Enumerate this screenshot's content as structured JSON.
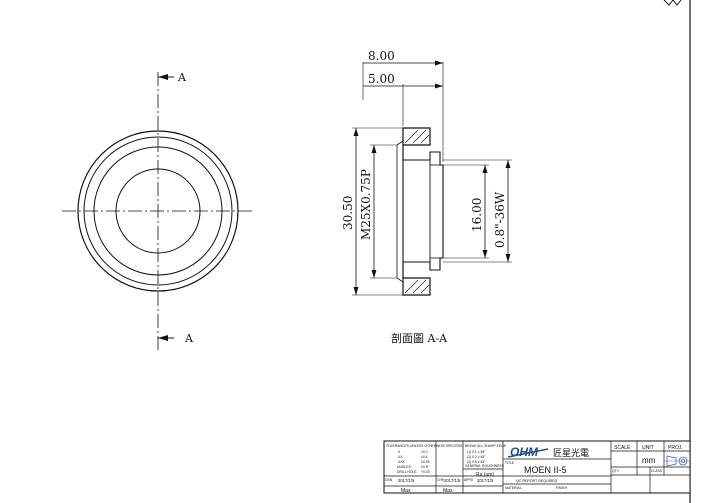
{
  "drawing": {
    "section_marker": "A",
    "section_caption": "剖面圖 A-A",
    "dimensions": {
      "overall_width": "8.00",
      "flange_width": "5.00",
      "outer_diameter": "30.50",
      "thread_spec": "M25X0.75P",
      "bore_diameter": "16.00",
      "inner_thread": "0.8\"-36W"
    }
  },
  "title_block": {
    "tolerances_header": "TOLERANCES UNLESS OTHERWISE SPECIFIED",
    "tol_rows": [
      ".X",
      ".XX",
      ".XXX",
      "ANGLES",
      "DRILL HOLE"
    ],
    "tol_values": [
      "±0.2",
      "±0.1",
      "±0.05",
      "±0.5°",
      "+0.05"
    ],
    "edges_header": "BREAK ALL SHARP EDGE",
    "edge_rows": [
      "(1) 0.1 x 45°",
      "(2) 0.2 x 45°",
      "(3) 0.5 x 45°"
    ],
    "roughness_label": "GENERAL ROUGHNESS",
    "ra": "Ra (um)",
    "dsn_label": "DSN",
    "chk_label": "CHK",
    "apr_label": "APPD",
    "dsn_date": "2017/1/5",
    "chk_date": "2017/1/5",
    "apr_date": "2017/1/5",
    "max_1": "Max",
    "max_2": "Max",
    "logo_mark": "OHM",
    "company": "匠星光電",
    "title_label": "TITLE",
    "part_name": "MOEN II-5",
    "qc_note": "QC REPORT REQUIRED",
    "material_label": "MATERIAL",
    "finish_label": "FINISH",
    "scale_label": "SCALE",
    "unit_label": "UNIT",
    "proj_label": "PROJ.",
    "unit_value": "mm",
    "qty_label": "QTY",
    "class_label": "CLASS"
  }
}
